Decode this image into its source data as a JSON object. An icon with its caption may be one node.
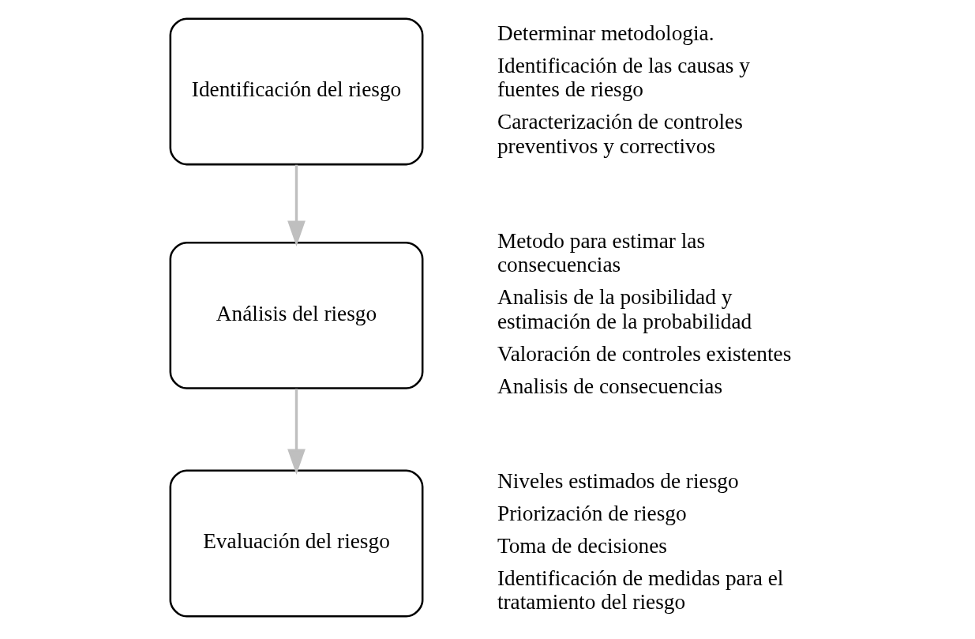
{
  "diagram": {
    "nodes": [
      {
        "text": [
          "Identificación del riesgo"
        ],
        "beside": [
          "Determinar metodologia.",
          "Identificación de las causas y fuentes de riesgo",
          "Caracterización de controles preventivos y correctivos"
        ]
      },
      {
        "text": [
          "Análisis del riesgo"
        ],
        "beside": [
          "Metodo para estimar las consecuencias",
          "Analisis de la posibilidad y estimación de la probabilidad",
          "Valoración de controles existentes",
          "Analisis de consecuencias"
        ]
      },
      {
        "text": [
          "Evaluación del riesgo"
        ],
        "beside": [
          "Niveles estimados de riesgo",
          "Priorización de riesgo",
          "Toma de decisiones",
          "Identificación de medidas para el tratamiento del riesgo"
        ]
      }
    ],
    "edges": [
      {
        "from": 0,
        "to": 1,
        "arrow": "to"
      },
      {
        "from": 1,
        "to": 2,
        "arrow": "to"
      }
    ]
  }
}
